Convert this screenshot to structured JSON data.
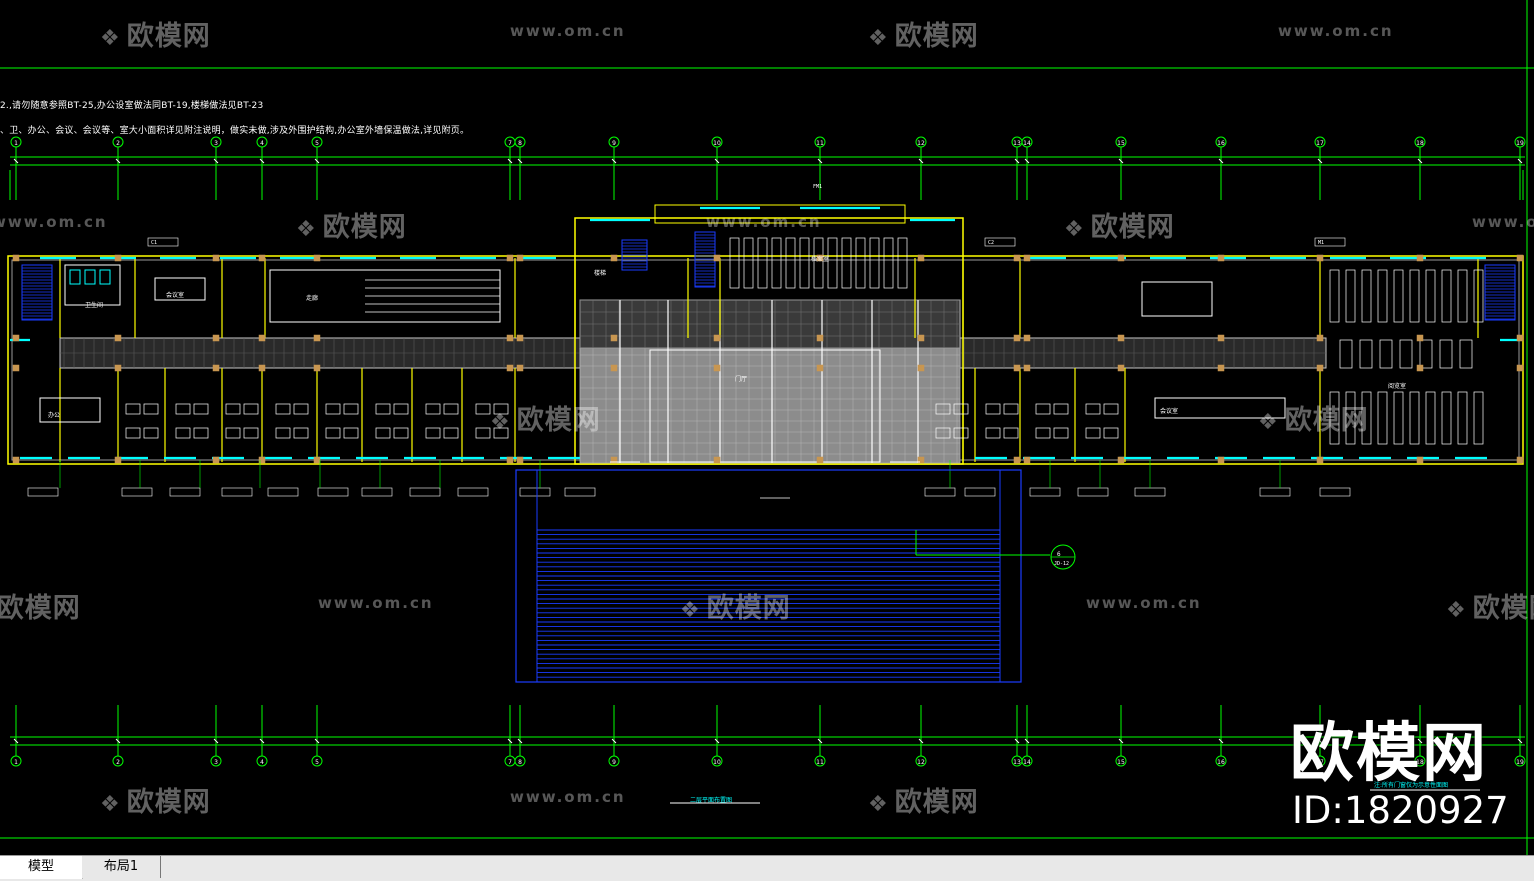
{
  "drawing": {
    "notes": [
      "2.,请勿随意参照BT-25,办公设室做法同BT-19,楼梯做法见BT-23",
      "、卫、办公、会议、会议等、室大小面积详见附注说明，做实未做,涉及外围护结构,办公室外墙保温做法,详见附页。"
    ],
    "grid_axes": [
      "1",
      "2",
      "3",
      "4",
      "5",
      "7",
      "8",
      "9",
      "10",
      "11",
      "12",
      "13",
      "14",
      "15",
      "16",
      "17",
      "18",
      "19"
    ],
    "room_labels": {
      "corridor": "走廊",
      "lobby": "门厅",
      "meeting": "会议室",
      "office": "办公",
      "archive": "档案室",
      "stair": "楼梯",
      "toilet": "卫生间",
      "reading": "阅览室"
    },
    "tags": [
      "C1",
      "C2",
      "M1",
      "FM1"
    ],
    "section_marker": {
      "number": "6",
      "sheet": "JD-12"
    },
    "plan_title": "二层平面布置图",
    "right_title": "注:所有门窗仅为示意性面图"
  },
  "watermarks": {
    "logo": "欧模网",
    "url": "www.om.cn"
  },
  "branding": {
    "big": "欧模网",
    "id": "ID:1820927"
  },
  "tabs": {
    "model": "模型",
    "layout1": "布局1"
  },
  "colors": {
    "background": "#000000",
    "axis_green": "#00ff00",
    "wall_yellow": "#ffff00",
    "window_cyan": "#00ffff",
    "stair_blue": "#1a3cff",
    "column_orange": "#c89650",
    "floor_gray": "#8c8c8c"
  }
}
